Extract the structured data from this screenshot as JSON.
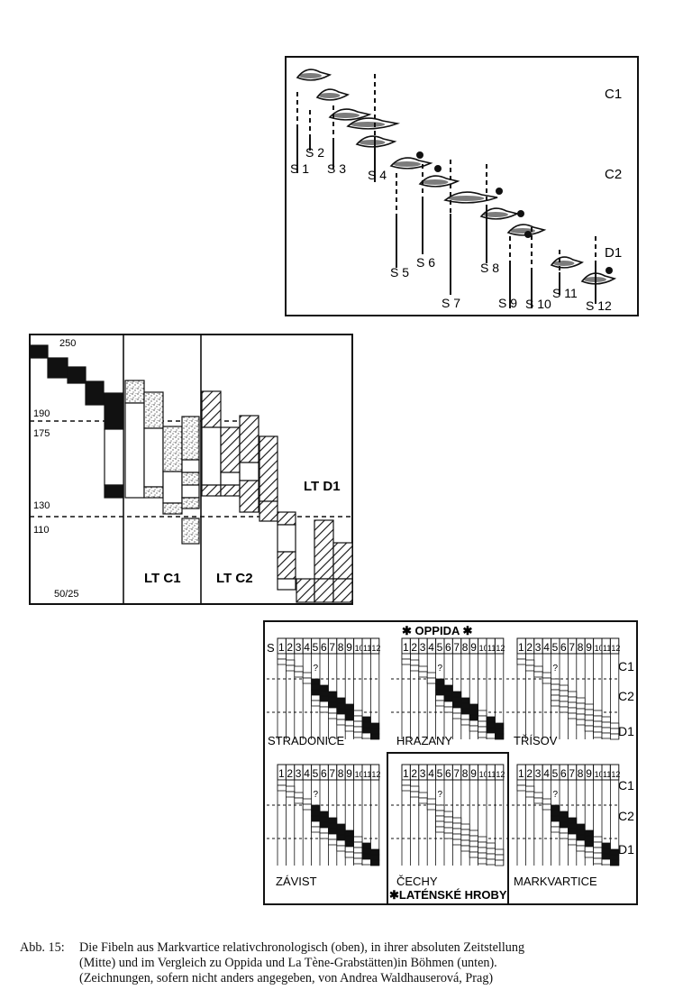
{
  "top_figure": {
    "phase_labels": [
      "C1",
      "C2",
      "D1"
    ],
    "stage_labels": [
      "S 1",
      "S 2",
      "S 3",
      "S 4",
      "S 5",
      "S 6",
      "S 7",
      "S 8",
      "S 9",
      "S 10",
      "S 11",
      "S 12"
    ]
  },
  "middle_chart": {
    "year_labels": [
      "250",
      "190",
      "175",
      "130",
      "110",
      "50/25"
    ],
    "period_labels": [
      "LT C1",
      "LT C2",
      "LT D1"
    ]
  },
  "bottom_figure": {
    "group_title": "OPPIDA",
    "group_title2": "LATÉNSKÉ HROBY",
    "stage_prefix": "S",
    "column_numbers": [
      "1",
      "2",
      "3",
      "4",
      "5",
      "6",
      "7",
      "8",
      "9",
      "10",
      "11",
      "12"
    ],
    "question_mark": "?",
    "phase_labels": [
      "C1",
      "C2",
      "D1"
    ],
    "site_names": [
      "STRADONICE",
      "HRAZANY",
      "TŘÍSOV",
      "ZÁVIST",
      "ČECHY",
      "MARKVARTICE"
    ]
  },
  "caption": {
    "label": "Abb. 15:",
    "line1": "Die Fibeln aus Markvartice relativchronologisch (oben), in ihrer absoluten Zeitstellung",
    "line2": "(Mitte) und im Vergleich  zu Oppida und La Tène-Grabstätten)in Böhmen (unten).",
    "line3": "(Zeichnungen, sofern nicht anders angegeben, von Andrea Waldhauserová, Prag)"
  }
}
